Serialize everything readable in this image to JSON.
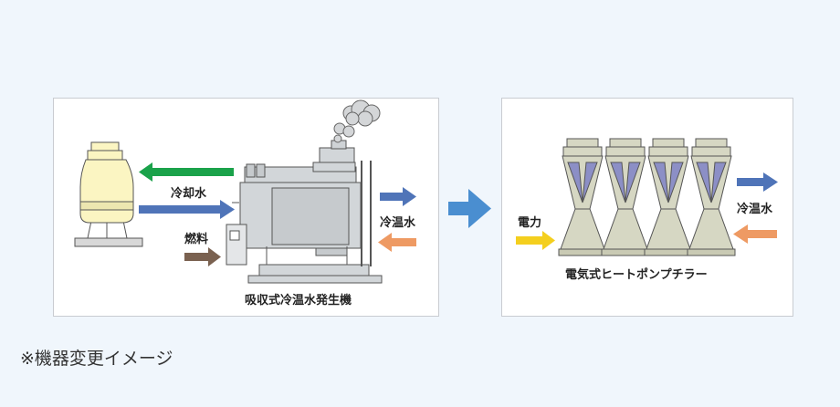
{
  "before": {
    "cooling_water_label": "冷却水",
    "fuel_label": "燃料",
    "chilled_water_label": "冷温水",
    "equipment_caption": "吸収式冷温水発生機"
  },
  "after": {
    "power_label": "電力",
    "chilled_water_label": "冷温水",
    "equipment_caption": "電気式ヒートポンプチラー"
  },
  "footnote": "※機器変更イメージ",
  "colors": {
    "green_arrow": "#1aa24a",
    "blue_arrow": "#4f74b8",
    "orange_arrow": "#ee9a63",
    "brown_arrow": "#7a6150",
    "yellow_arrow": "#f4cf1e",
    "transition_arrow": "#4a8ed0",
    "tower_fill": "#fbf5c2",
    "machine_fill": "#d2d6d9",
    "chiller_fill": "#d6d7c3",
    "coil_fill": "#8c8fc6"
  }
}
